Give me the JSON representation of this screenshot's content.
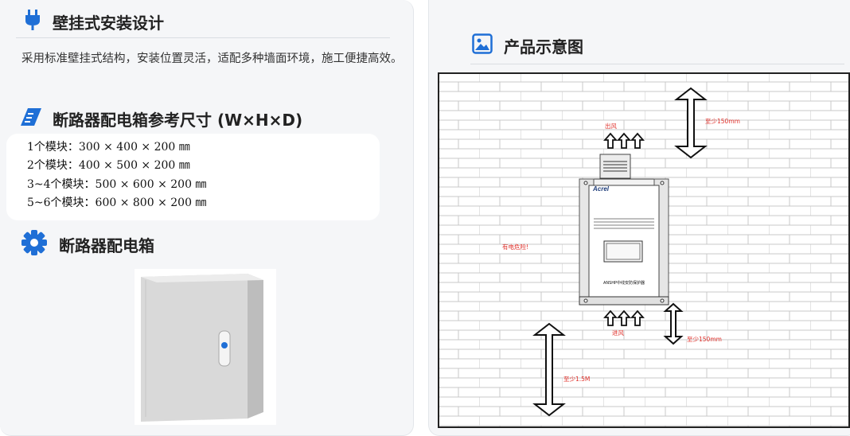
{
  "left": {
    "wall_mount": {
      "icon": "plug-icon",
      "title": "壁挂式安装设计",
      "description": "采用标准壁挂式结构，安装位置灵活，适配多种墙面环境，施工便捷高效。"
    },
    "dimensions": {
      "icon": "ruler-icon",
      "title": "断路器配电箱参考尺寸 (W×H×D)",
      "rows": [
        "1个模块：300 × 400 × 200 ㎜",
        "2个模块：400 × 500 × 200 ㎜",
        "3~4个模块：500 × 600 × 200 ㎜",
        "5~6个模块：600 × 800 × 200 ㎜"
      ]
    },
    "cabinet": {
      "icon": "gear-icon",
      "title": "断路器配电箱"
    }
  },
  "right": {
    "diagram_section": {
      "icon": "image-icon",
      "title": "产品示意图"
    },
    "diagram_labels": {
      "outlet": "出风",
      "inlet": "进风",
      "top_clearance": "至少150mm",
      "bottom_clearance": "至少150mm",
      "floor_height": "至少1.5M",
      "danger": "有电危险!",
      "brand": "Acrel",
      "device_name": "ANSHP中线安防保护器"
    }
  },
  "colors": {
    "accent_blue": "#1f6fd6",
    "panel_bg": "#f5f6f8",
    "label_red": "#e0302a"
  }
}
